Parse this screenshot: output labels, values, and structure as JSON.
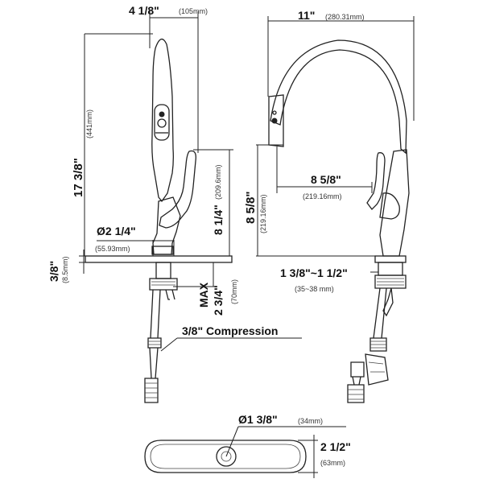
{
  "labels": {
    "width_top": "4 1/8\"",
    "width_top_mm": "(105mm)",
    "height_total": "17 3/8\"",
    "height_total_mm": "(441mm)",
    "height_spout": "8 1/4\"",
    "height_spout_mm": "(209.6mm)",
    "base_diameter": "Ø2 1/4\"",
    "base_diameter_mm": "(55.93mm)",
    "plate_thickness": "3/8\"",
    "plate_thickness_mm": "(8.5mm)",
    "max_label": "MAX",
    "max_depth": "2 3/4\"",
    "max_depth_mm": "(70mm)",
    "compression": "3/8\" Compression",
    "reach": "11\"",
    "reach_mm": "(280.31mm)",
    "reach_height": "8 5/8\"",
    "reach_height_mm": "(219.16mm)",
    "spout_reach": "8 5/8\"",
    "spout_reach_mm": "(219.16mm)",
    "hole_range": "1 3/8\"~1 1/2\"",
    "hole_range_mm": "(35~38 mm)",
    "hole_diameter": "Ø1 3/8\"",
    "hole_diameter_mm": "(34mm)",
    "plate_width": "2 1/2\"",
    "plate_width_mm": "(63mm)"
  }
}
